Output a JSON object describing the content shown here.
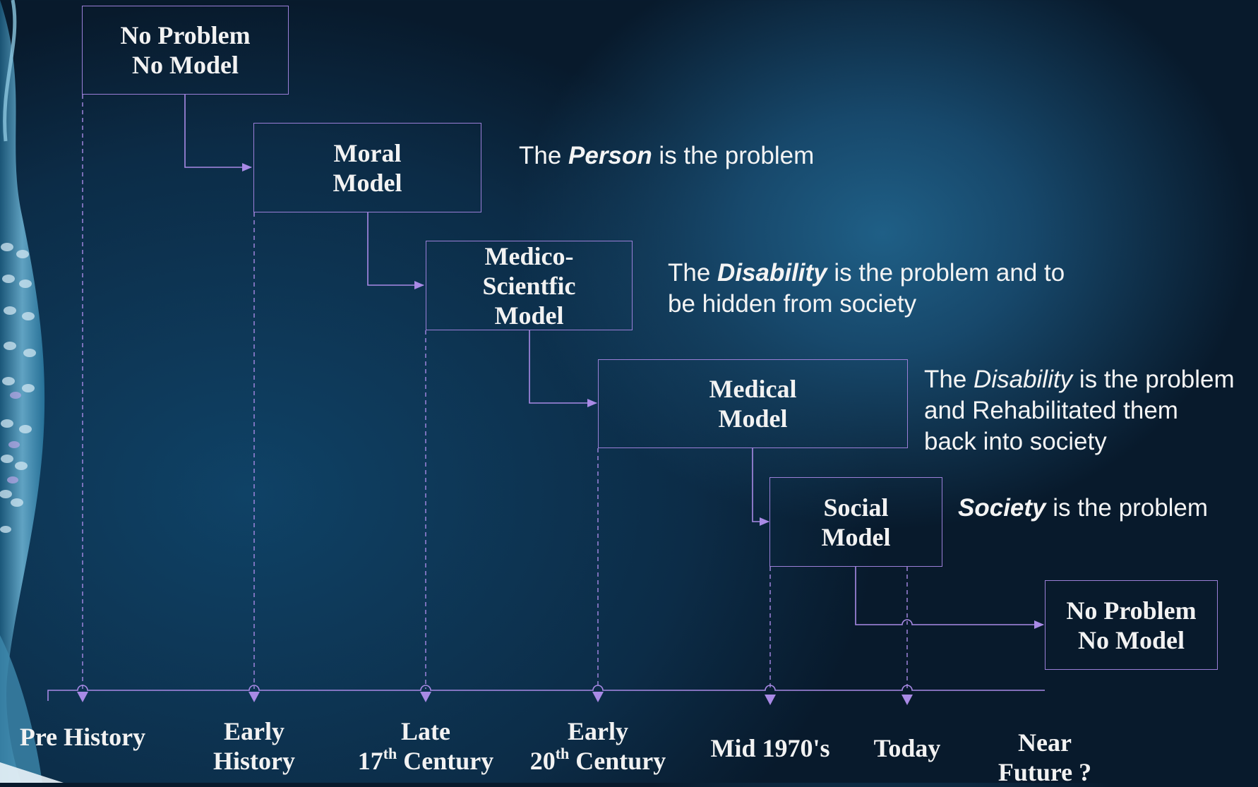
{
  "colors": {
    "line": "#a98ae6",
    "text": "#f2f2f2",
    "background": "#0c2c47"
  },
  "boxes": [
    {
      "id": "no-problem-start",
      "text": "No Problem\nNo Model"
    },
    {
      "id": "moral",
      "text": "Moral\nModel"
    },
    {
      "id": "medico-scientific",
      "text": "Medico-\nScientfic\nModel"
    },
    {
      "id": "medical",
      "text": "Medical\nModel"
    },
    {
      "id": "social",
      "text": "Social\nModel"
    },
    {
      "id": "no-problem-end",
      "text": "No Problem\nNo Model"
    }
  ],
  "descriptions": {
    "moral": {
      "pre": "The ",
      "em": "Person",
      "post": " is the problem"
    },
    "medico_line1": {
      "pre": "The ",
      "em": "Disability",
      "post": " is the problem and to"
    },
    "medico_line2": "be hidden from society",
    "medical_line1": {
      "pre": "The ",
      "em": "Disability",
      "post": " is the problem"
    },
    "medical_line2": "and Rehabilitated them",
    "medical_line3": "back into society",
    "social": {
      "em": "Society",
      "post": " is the problem"
    }
  },
  "timeline": {
    "pre_history": "Pre History",
    "early_history_1": "Early",
    "early_history_2": "History",
    "late17_1": "Late",
    "late17_num": "17",
    "late17_sup": "th",
    "late17_word": " Century",
    "early20_1": "Early",
    "early20_num": "20",
    "early20_sup": "th",
    "early20_word": " Century",
    "mid1970s": "Mid 1970's",
    "today": "Today",
    "near_future_1": "Near",
    "near_future_2": "Future ?"
  }
}
